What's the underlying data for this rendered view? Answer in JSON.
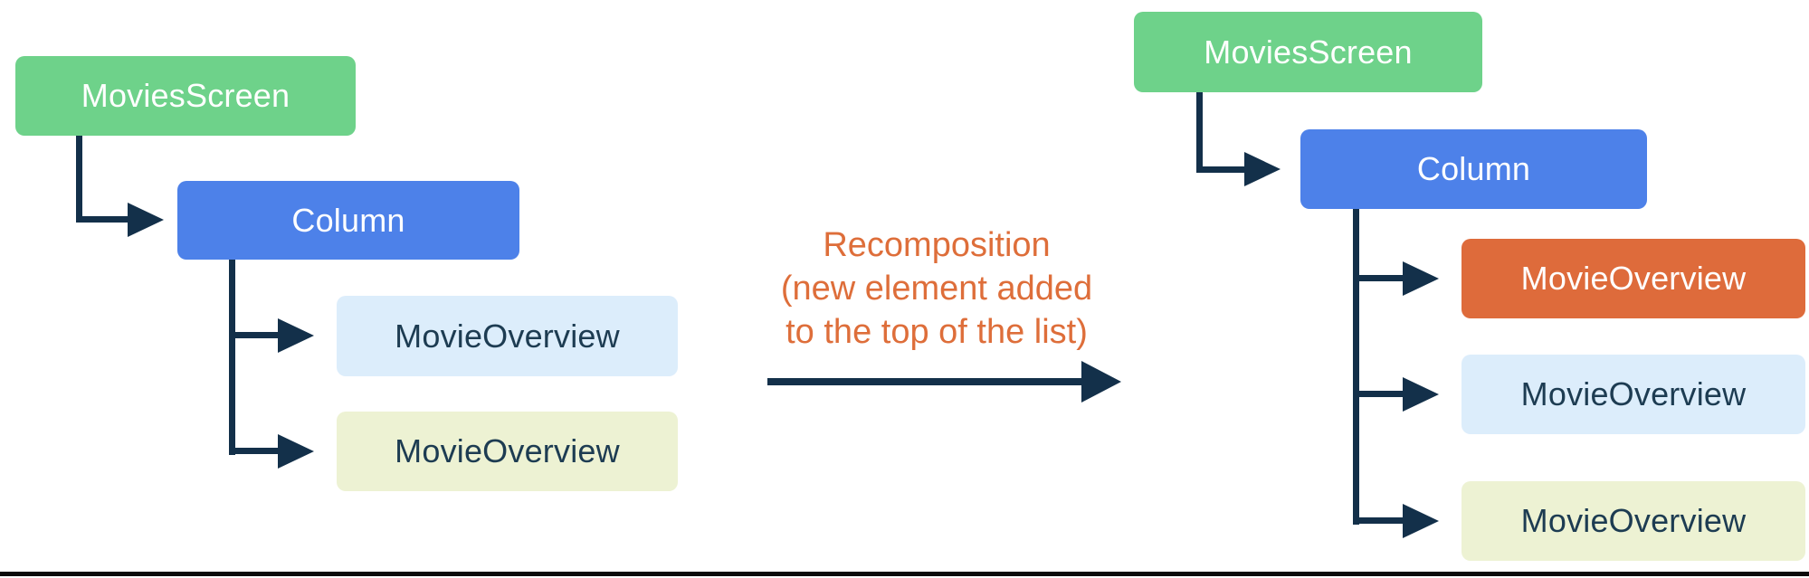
{
  "left_tree": {
    "root_label": "MoviesScreen",
    "column_label": "Column",
    "children": [
      {
        "label": "MovieOverview",
        "variant": "lightblue"
      },
      {
        "label": "MovieOverview",
        "variant": "lightyellow"
      }
    ]
  },
  "right_tree": {
    "root_label": "MoviesScreen",
    "column_label": "Column",
    "children": [
      {
        "label": "MovieOverview",
        "variant": "orange"
      },
      {
        "label": "MovieOverview",
        "variant": "lightblue"
      },
      {
        "label": "MovieOverview",
        "variant": "lightyellow"
      }
    ]
  },
  "annotation": {
    "line1": "Recomposition",
    "line2": "(new element added",
    "line3": "to the top of the list)"
  },
  "colors": {
    "root_box": "#6ED28A",
    "column_box": "#4D81E9",
    "new_item_box": "#DE6B3B",
    "item_blue_box": "#DCEDFB",
    "item_yellow_box": "#EDF2D3",
    "connector": "#13304A",
    "annotation_text": "#DE6E3A",
    "box_text_on_color": "#ffffff",
    "box_text_on_light": "#1D3C52"
  }
}
